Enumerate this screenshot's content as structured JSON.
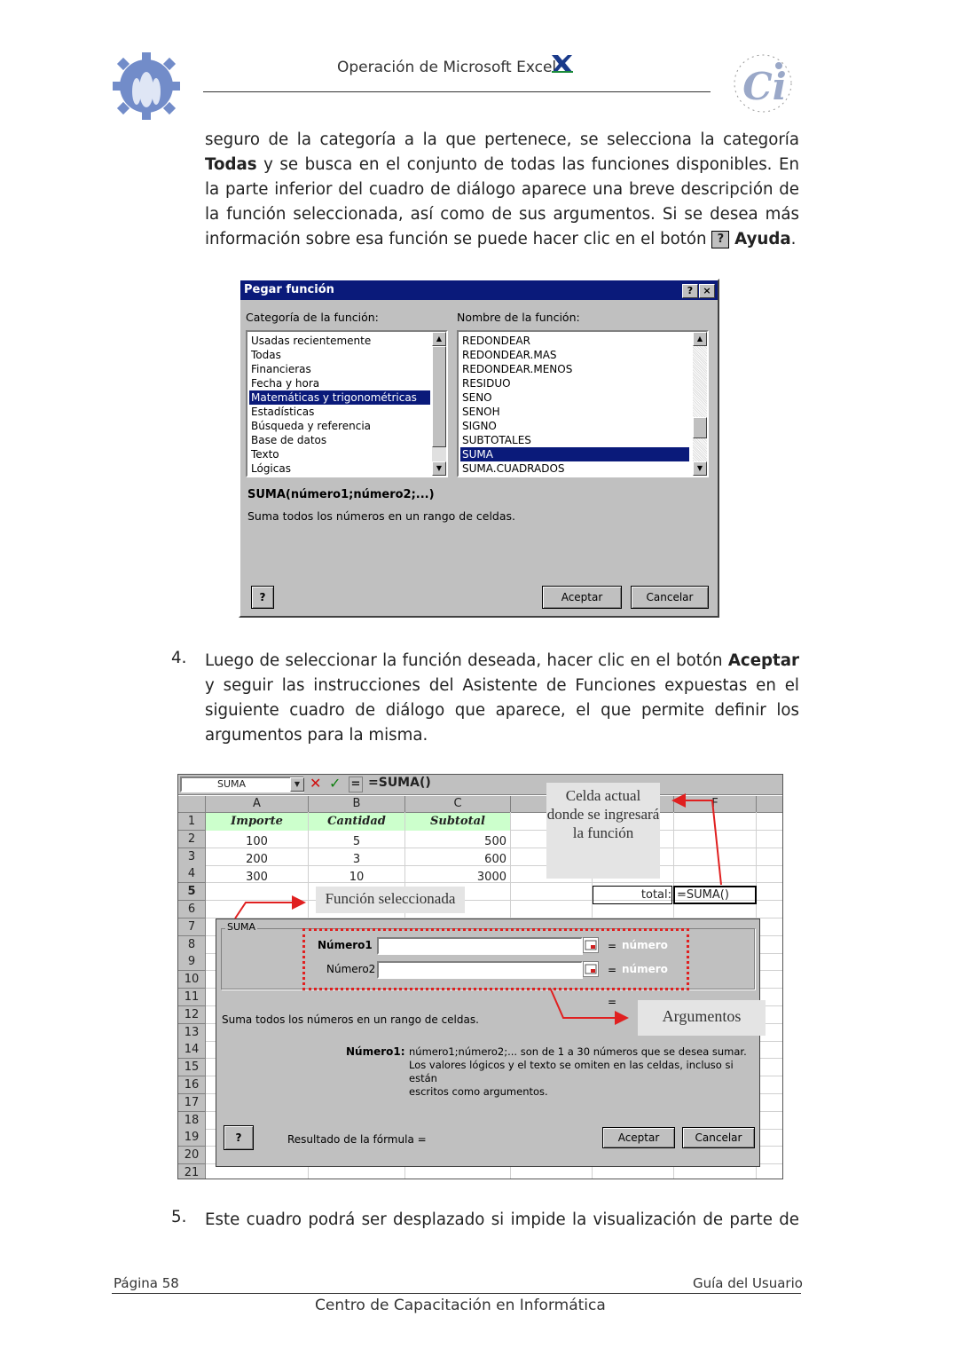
{
  "header": {
    "title": "Operación de Microsoft Excel",
    "logo_right_text": "informática centro de",
    "logo_right_mark": "Ci"
  },
  "paragraph1": {
    "line1": "seguro de la categoría a la que pertenece, se selecciona la categoría",
    "line2_bold": "Todas",
    "line2_rest": " y se busca en el conjunto de todas las funciones disponibles. En",
    "line3": "la parte inferior del cuadro de diálogo aparece una breve descripción de",
    "line4": "la función seleccionada, así como de sus argumentos. Si se desea más",
    "line5_pre": "información sobre esa función se puede hacer clic en el botón ",
    "line5_icon": "?",
    "line5_bold": "Ayuda",
    "line5_end": "."
  },
  "dialog1": {
    "title": "Pegar función",
    "help_btn": "?",
    "close_btn": "×",
    "category_label": "Categoría de la función:",
    "name_label": "Nombre de la función:",
    "categories": [
      "Usadas recientemente",
      "Todas",
      "Financieras",
      "Fecha y hora",
      "Matemáticas y trigonométricas",
      "Estadísticas",
      "Búsqueda y referencia",
      "Base de datos",
      "Texto",
      "Lógicas"
    ],
    "selected_category": 4,
    "functions": [
      "REDONDEAR",
      "REDONDEAR.MAS",
      "REDONDEAR.MENOS",
      "RESIDUO",
      "SENO",
      "SENOH",
      "SIGNO",
      "SUBTOTALES",
      "SUMA",
      "SUMA.CUADRADOS"
    ],
    "selected_function": 8,
    "syntax": "SUMA(número1;número2;...)",
    "description": "Suma todos los números en un rango de celdas.",
    "ok": "Aceptar",
    "cancel": "Cancelar",
    "help_icon": "?"
  },
  "step4": {
    "number": "4.",
    "line1_pre": "Luego de seleccionar la función deseada, hacer clic en el botón ",
    "line1_bold": "Aceptar",
    "line2": "y seguir las instrucciones del Asistente de Funciones expuestas en el",
    "line3": "siguiente cuadro de diálogo que aparece, el que permite definir los",
    "line4": "argumentos para la misma."
  },
  "sheet": {
    "namebox": "SUMA",
    "cancel_mark": "✕",
    "enter_mark": "✓",
    "equals_mark": "=",
    "formula": "=SUMA()",
    "columns": [
      "A",
      "B",
      "C",
      "",
      "",
      "F"
    ],
    "rows": [
      "1",
      "2",
      "3",
      "4",
      "5",
      "6",
      "7",
      "8",
      "9",
      "10",
      "11",
      "12",
      "13",
      "14",
      "15",
      "16",
      "17",
      "18",
      "19",
      "20",
      "21"
    ],
    "headers": [
      "Importe",
      "Cantidad",
      "Subtotal"
    ],
    "data": [
      [
        "100",
        "5",
        "500"
      ],
      [
        "200",
        "3",
        "600"
      ],
      [
        "300",
        "10",
        "3000"
      ]
    ],
    "total_label": "total:",
    "total_formula": "=SUMA()",
    "callout_cell": "Celda actual donde se ingresará la función",
    "callout_function": "Función seleccionada",
    "callout_args": "Argumentos"
  },
  "dialog2": {
    "group": "SUMA",
    "arg1_label": "Número1",
    "arg2_label": "Número2",
    "eq": "=",
    "arg_hint": "número",
    "result_eq": "=",
    "description": "Suma todos los números en un rango de celdas.",
    "detail_label": "Número1:",
    "detail_line1": "número1;número2;... son de 1 a 30 números que se desea sumar.",
    "detail_line2": "Los valores lógicos y el texto se omiten en las celdas, incluso si están",
    "detail_line3": "escritos como argumentos.",
    "result_label": "Resultado de la fórmula =",
    "help_icon": "?",
    "ok": "Aceptar",
    "cancel": "Cancelar"
  },
  "step5": {
    "number": "5.",
    "text": "Este cuadro podrá ser desplazado si impide la visualización de parte de"
  },
  "footer": {
    "page": "Página 58",
    "guide": "Guía del Usuario",
    "center": "Centro de Capacitación en Informática"
  },
  "colors": {
    "titlebar": "#0a1a7a",
    "header_green": "#ccffcc",
    "callout_arrow": "#e02020",
    "dialog_gray": "#c0c0c0"
  }
}
